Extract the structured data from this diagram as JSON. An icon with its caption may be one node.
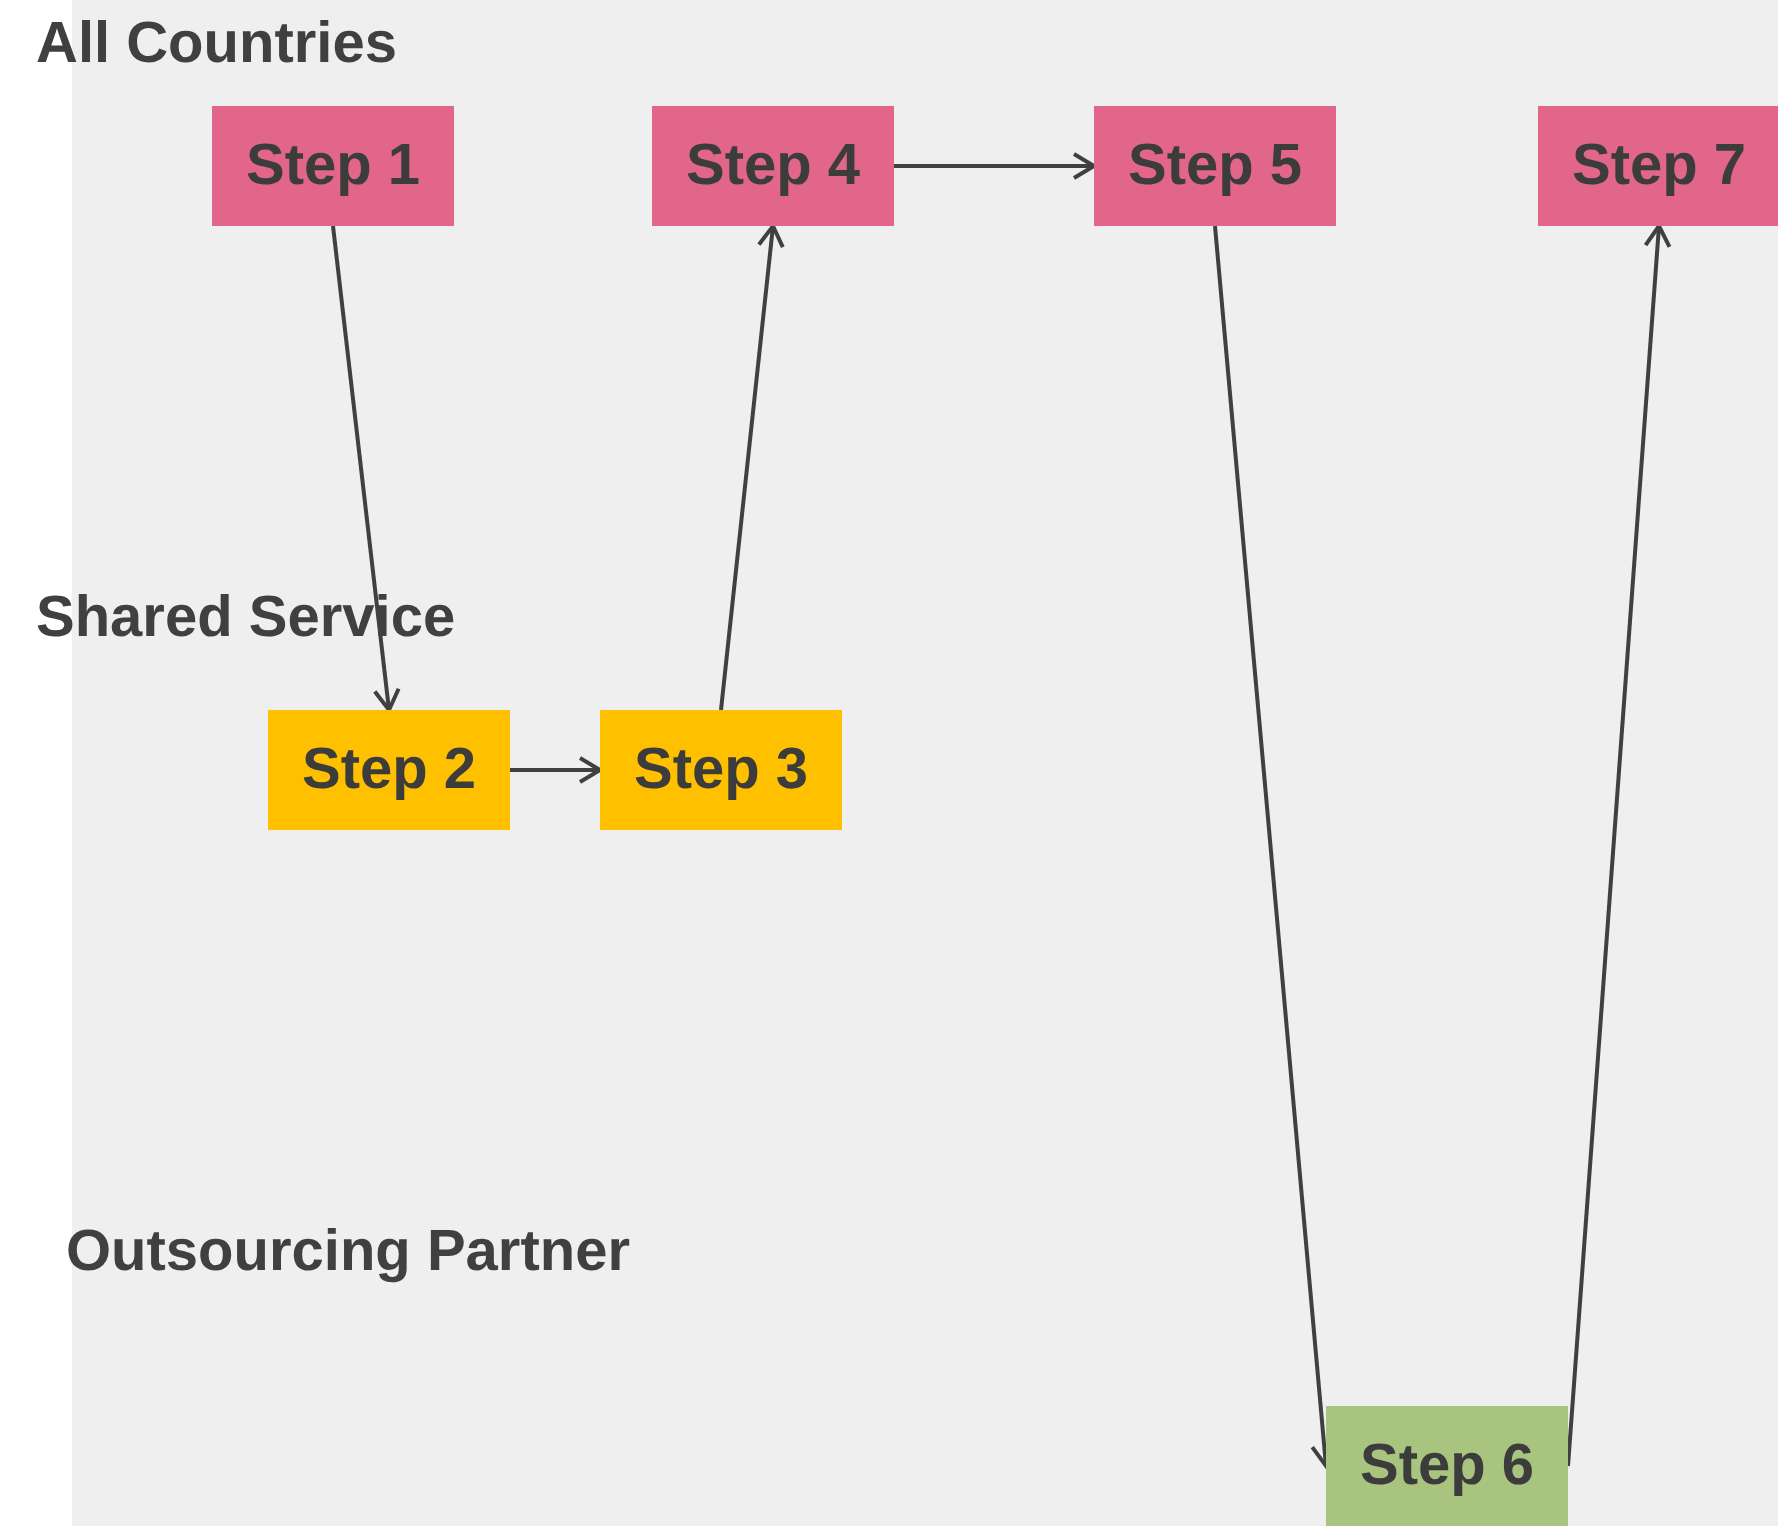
{
  "diagram": {
    "nodes": [
      {
        "text": [
          "Step 1"
        ]
      },
      {
        "text": [
          "Step 4"
        ]
      },
      {
        "text": [
          "Step 5"
        ]
      },
      {
        "text": [
          "Step 7"
        ]
      },
      {
        "text": [
          "Step 2"
        ]
      },
      {
        "text": [
          "Step 3"
        ]
      },
      {
        "text": [
          "Step 6"
        ]
      }
    ],
    "edges": [
      {
        "from": 0,
        "to": 4,
        "arrow": "to"
      },
      {
        "from": 4,
        "to": 5,
        "arrow": "to"
      },
      {
        "from": 5,
        "to": 1,
        "arrow": "to"
      },
      {
        "from": 1,
        "to": 2,
        "arrow": "to"
      },
      {
        "from": 2,
        "to": 6,
        "arrow": "to"
      },
      {
        "from": 6,
        "to": 3,
        "arrow": "to"
      }
    ],
    "labels": [
      "All Countries",
      "Shared Service",
      "Outsourcing Partner"
    ]
  }
}
